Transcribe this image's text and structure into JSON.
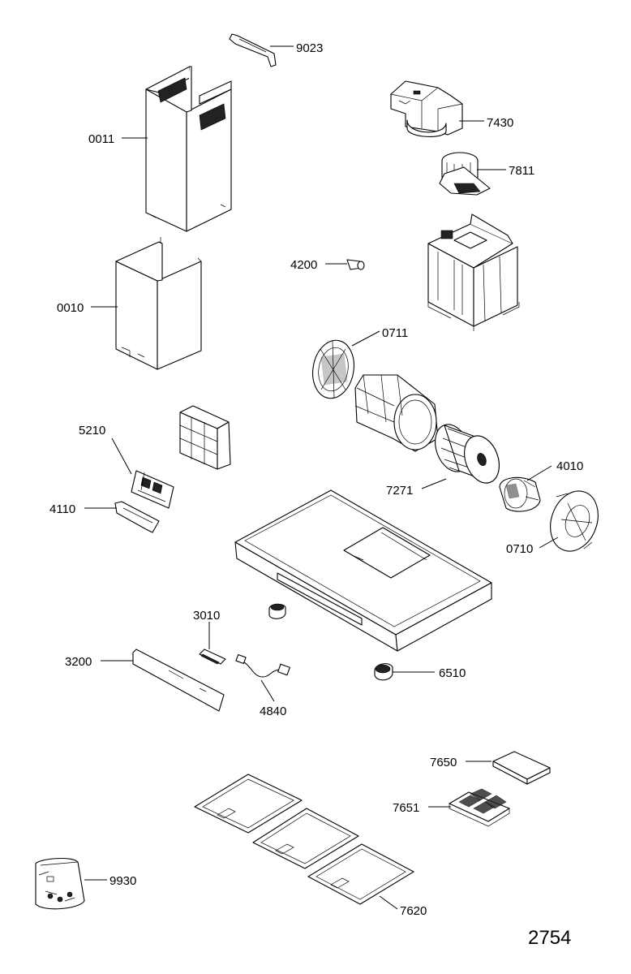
{
  "diagram": {
    "document_number": "2754",
    "parts": [
      {
        "id": "9023"
      },
      {
        "id": "0011"
      },
      {
        "id": "7430"
      },
      {
        "id": "7811"
      },
      {
        "id": "4200"
      },
      {
        "id": "0010"
      },
      {
        "id": "0711"
      },
      {
        "id": "5210"
      },
      {
        "id": "4010"
      },
      {
        "id": "7271"
      },
      {
        "id": "4110"
      },
      {
        "id": "0710"
      },
      {
        "id": "3010"
      },
      {
        "id": "3200"
      },
      {
        "id": "6510"
      },
      {
        "id": "4840"
      },
      {
        "id": "7650"
      },
      {
        "id": "7651"
      },
      {
        "id": "9930"
      },
      {
        "id": "7620"
      }
    ]
  }
}
